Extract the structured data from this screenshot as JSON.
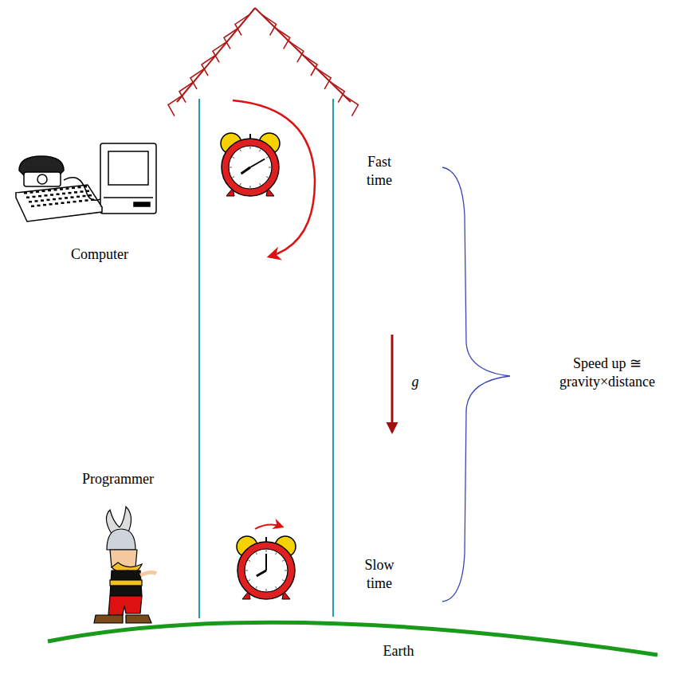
{
  "diagram": {
    "labels": [
      "Fast time",
      "Computer",
      "g",
      "Speed up ≅ gravity×distance",
      "Programmer",
      "Slow time",
      "Earth"
    ]
  }
}
